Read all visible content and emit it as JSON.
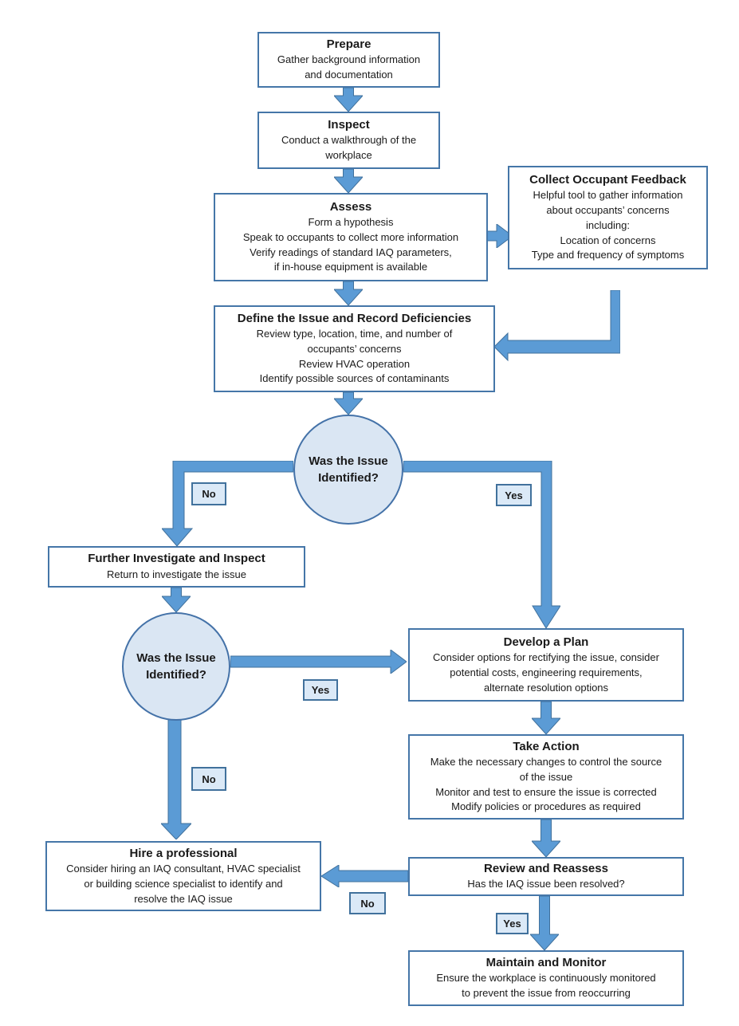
{
  "diagram": {
    "subject": "Indoor air quality (IAQ) issue investigation and resolution flowchart"
  },
  "colors": {
    "arrow_fill": "#5b9bd5",
    "arrow_stroke": "#41719c",
    "box_fill": "#ffffff",
    "box_border": "#4576a8",
    "decision_fill": "#dae6f3",
    "decision_border": "#4472a8",
    "label_fill": "#dbe9f7",
    "label_border": "#41719c"
  },
  "nodes": {
    "prepare": {
      "title": "Prepare",
      "body": "Gather background information\nand documentation"
    },
    "inspect": {
      "title": "Inspect",
      "body": "Conduct a walkthrough of the\nworkplace"
    },
    "assess": {
      "title": "Assess",
      "body": "Form a hypothesis\nSpeak to occupants to collect more information\nVerify readings of standard IAQ parameters,\nif in-house equipment is available"
    },
    "collect_feedback": {
      "title": "Collect Occupant Feedback",
      "body": "Helpful tool to gather information\nabout occupants’ concerns\nincluding:\nLocation of concerns\nType and frequency of symptoms"
    },
    "define_issue": {
      "title": "Define the Issue and Record Deficiencies",
      "body": "Review type, location, time, and number of\noccupants’ concerns\nReview HVAC operation\nIdentify possible sources of contaminants"
    },
    "decision1": {
      "title": "Was the Issue\nIdentified?"
    },
    "further_investigate": {
      "title": "Further Investigate and Inspect",
      "body": "Return to investigate the issue"
    },
    "decision2": {
      "title": "Was the Issue\nIdentified?"
    },
    "develop_plan": {
      "title": "Develop a Plan",
      "body": "Consider options for rectifying the issue, consider\npotential costs, engineering requirements,\nalternate resolution options"
    },
    "take_action": {
      "title": "Take Action",
      "body": "Make the necessary changes to control the source\nof the issue\nMonitor and test to ensure the issue is corrected\nModify policies or procedures as required"
    },
    "review_reassess": {
      "title": "Review and Reassess",
      "body": "Has the IAQ issue been resolved?"
    },
    "hire_professional": {
      "title": "Hire a professional",
      "body": "Consider hiring an IAQ consultant, HVAC specialist\nor building science specialist to identify and\nresolve the IAQ issue"
    },
    "maintain_monitor": {
      "title": "Maintain and Monitor",
      "body": "Ensure the workplace is continuously monitored\nto prevent the issue from reoccurring"
    }
  },
  "labels": {
    "decision1_no": "No",
    "decision1_yes": "Yes",
    "decision2_yes": "Yes",
    "decision2_no": "No",
    "review_no": "No",
    "review_yes": "Yes"
  }
}
